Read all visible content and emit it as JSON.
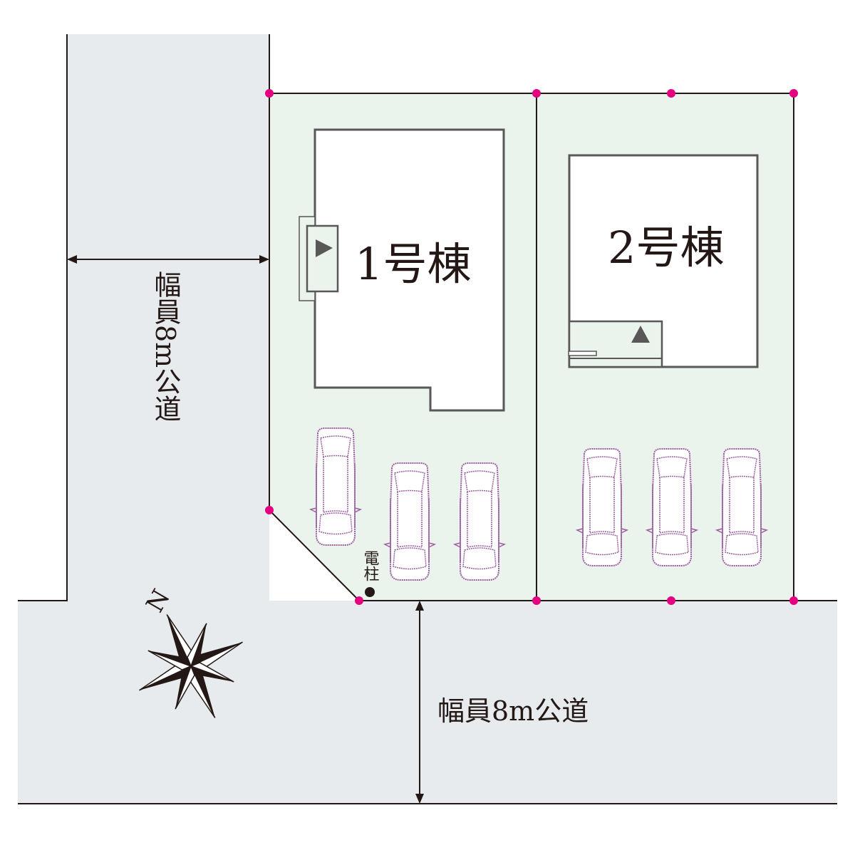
{
  "buildings": [
    {
      "label": "1号棟"
    },
    {
      "label": "2号棟"
    }
  ],
  "roads": {
    "west_road_label": "幅員8m公道",
    "south_road_label": "幅員8m公道"
  },
  "utility_pole_label": "電柱",
  "compass": {
    "north_label": "N",
    "icon": "compass-rose-icon"
  },
  "parking": {
    "lot1_spaces": 3,
    "lot2_spaces": 3
  },
  "colors": {
    "road": "#e8ebee",
    "land": "#eaf4ec",
    "boundary_marker": "#e4007f",
    "car_outline": "#9b5ea0",
    "building_outline": "#595757",
    "line": "#231815"
  }
}
